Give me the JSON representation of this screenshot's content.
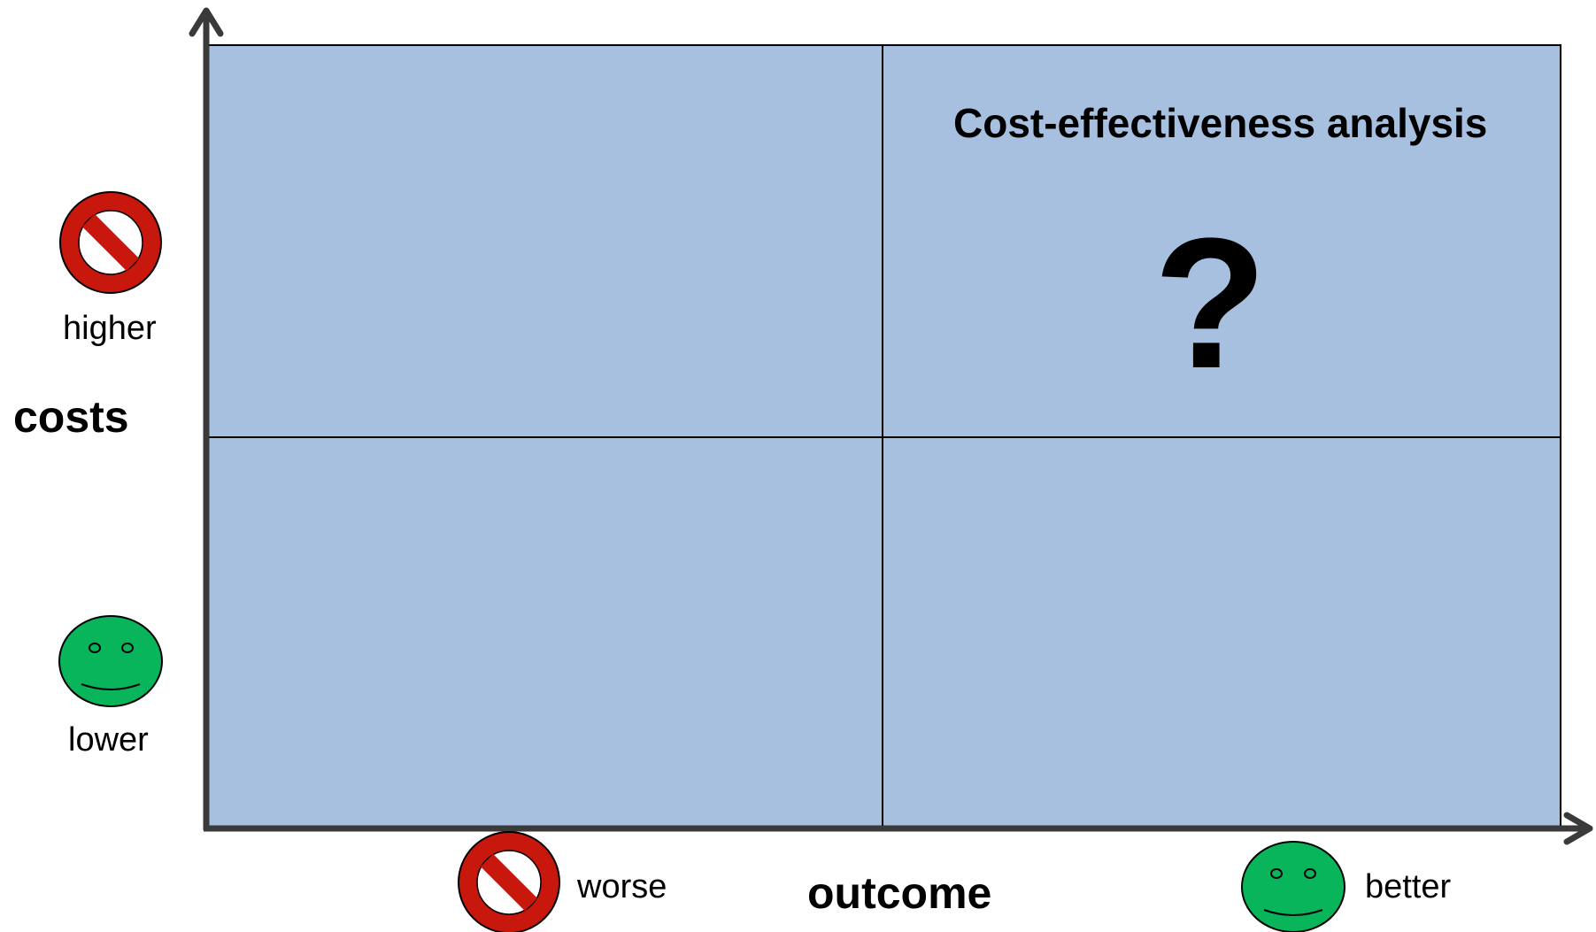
{
  "colors": {
    "quadrant_fill": "#a7c0e0",
    "axis": "#3a3a3a",
    "no_sign_red": "#c8170d",
    "smiley_green": "#08b55a"
  },
  "y_axis": {
    "title": "costs",
    "high_label": "higher",
    "low_label": "lower",
    "high_icon": "prohibited-icon",
    "low_icon": "smiley-face-icon"
  },
  "x_axis": {
    "title": "outcome",
    "low_label": "worse",
    "high_label": "better",
    "low_icon": "prohibited-icon",
    "high_icon": "smiley-face-icon"
  },
  "quadrants": {
    "top_right": {
      "title": "Cost-effectiveness analysis",
      "symbol": "?"
    },
    "top_left": {
      "title": ""
    },
    "bottom_left": {
      "title": ""
    },
    "bottom_right": {
      "title": ""
    }
  }
}
